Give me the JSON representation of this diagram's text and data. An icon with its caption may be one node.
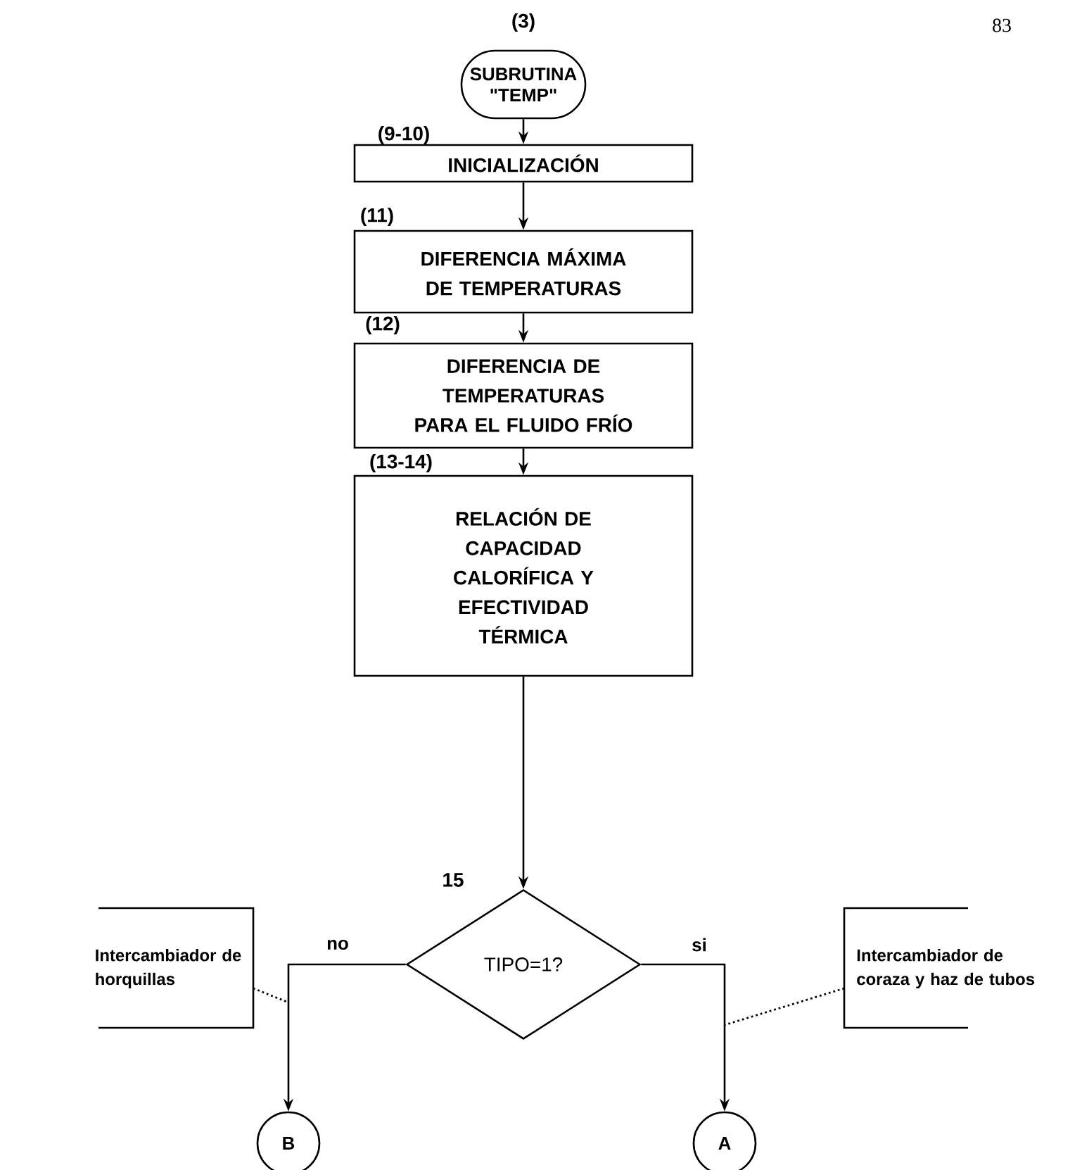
{
  "diagram": {
    "nodes": [
      {
        "text": [
          "SUBRUTINA \"TEMP\""
        ],
        "beside": [
          "(3)"
        ]
      },
      {
        "text": [
          "INICIALIZACIÓN"
        ],
        "beside": [
          "(9-10)"
        ]
      },
      {
        "text": [
          "DIFERENCIA MÁXIMA DE TEMPERATURAS"
        ],
        "beside": [
          "(11)"
        ]
      },
      {
        "text": [
          "DIFERENCIA DE TEMPERATURAS PARA EL FLUIDO FRÍO"
        ],
        "beside": [
          "(12)"
        ]
      },
      {
        "text": [
          "RELACIÓN DE CAPACIDAD CALORÍFICA Y EFECTIVIDAD TÉRMICA"
        ],
        "beside": [
          "(13-14)"
        ]
      },
      {
        "text": [
          "TIPO=1?"
        ],
        "beside": [
          "15"
        ]
      },
      {
        "text": [
          "Intercambiador de horquillas"
        ]
      },
      {
        "text": [
          "Intercambiador de coraza y haz de tubos"
        ]
      },
      {
        "text": [
          "B"
        ]
      },
      {
        "text": [
          "A"
        ]
      }
    ],
    "edges": [
      {
        "from": 0,
        "to": 1,
        "arrow": "to"
      },
      {
        "from": 1,
        "to": 2,
        "arrow": "to"
      },
      {
        "from": 2,
        "to": 3,
        "arrow": "to"
      },
      {
        "from": 3,
        "to": 4,
        "arrow": "to"
      },
      {
        "from": 4,
        "to": 5,
        "arrow": "to"
      },
      {
        "from": 5,
        "to": 8,
        "arrow": "to",
        "label": "no"
      },
      {
        "from": 5,
        "to": 9,
        "arrow": "to",
        "label": "si"
      },
      {
        "from": 6,
        "to": null,
        "arrow": "none",
        "style": "dashed"
      },
      {
        "from": 7,
        "to": null,
        "arrow": "none",
        "style": "dashed"
      }
    ],
    "labels": [
      "83"
    ]
  }
}
